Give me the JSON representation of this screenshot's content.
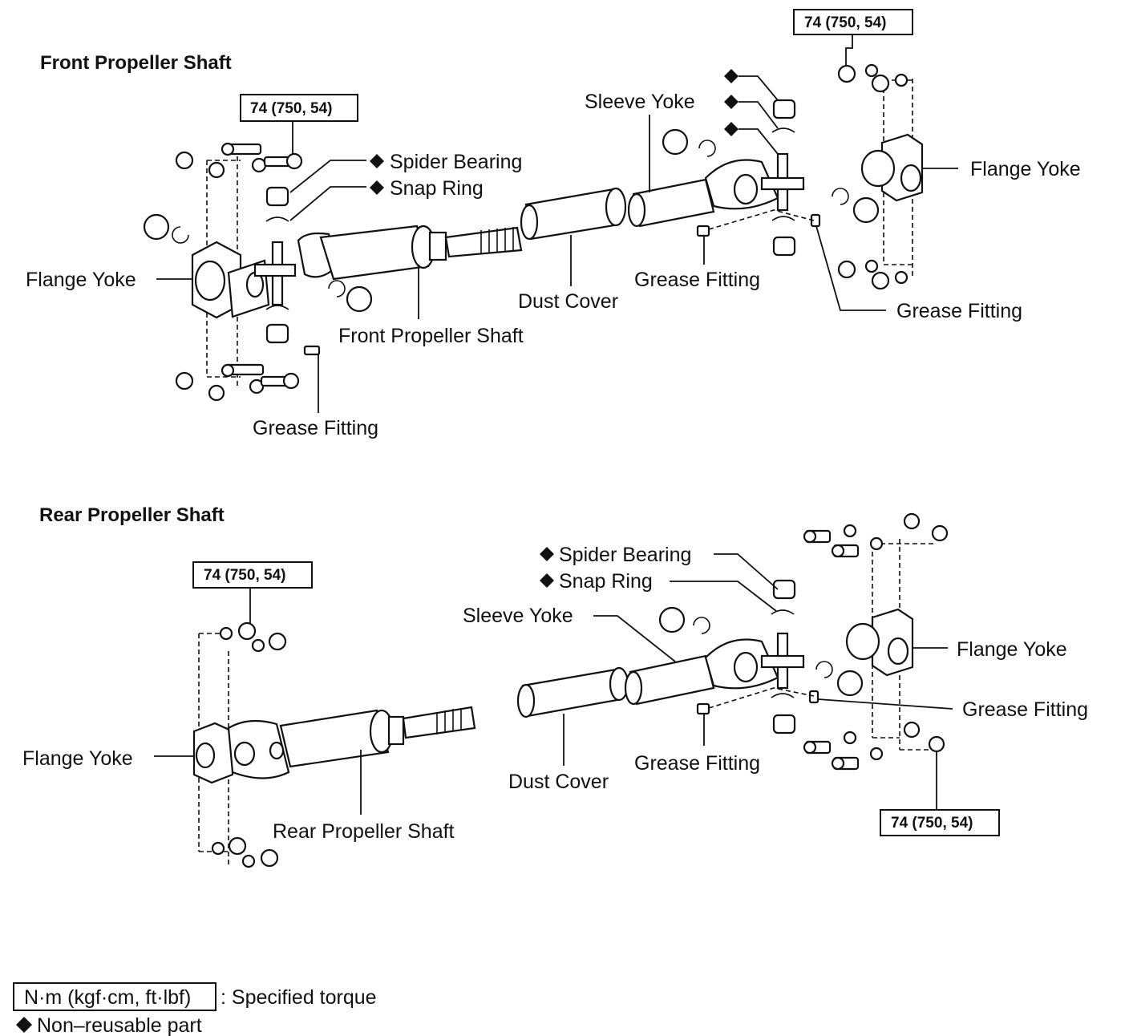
{
  "front": {
    "title": "Front Propeller Shaft",
    "torque_left": "74 (750, 54)",
    "torque_right": "74 (750, 54)",
    "spider_bearing": "Spider Bearing",
    "snap_ring": "Snap Ring",
    "flange_yoke_left": "Flange Yoke",
    "flange_yoke_right": "Flange Yoke",
    "sleeve_yoke": "Sleeve Yoke",
    "dust_cover": "Dust Cover",
    "propeller_shaft": "Front Propeller Shaft",
    "grease_fitting_bottom": "Grease Fitting",
    "grease_fitting_mid": "Grease Fitting",
    "grease_fitting_right": "Grease Fitting"
  },
  "rear": {
    "title": "Rear Propeller Shaft",
    "torque_left": "74 (750, 54)",
    "torque_right": "74 (750, 54)",
    "spider_bearing": "Spider Bearing",
    "snap_ring": "Snap Ring",
    "sleeve_yoke": "Sleeve Yoke",
    "flange_yoke_right": "Flange Yoke",
    "flange_yoke_left": "Flange Yoke",
    "grease_fitting_right": "Grease Fitting",
    "grease_fitting_mid": "Grease Fitting",
    "dust_cover": "Dust Cover",
    "propeller_shaft": "Rear Propeller Shaft"
  },
  "legend": {
    "torque_unit": "N·m (kgf·cm, ft·lbf)",
    "torque_desc": ": Specified torque",
    "nonreusable": "Non–reusable part"
  },
  "icons": {
    "non_reusable_marker": "black-diamond-icon"
  }
}
